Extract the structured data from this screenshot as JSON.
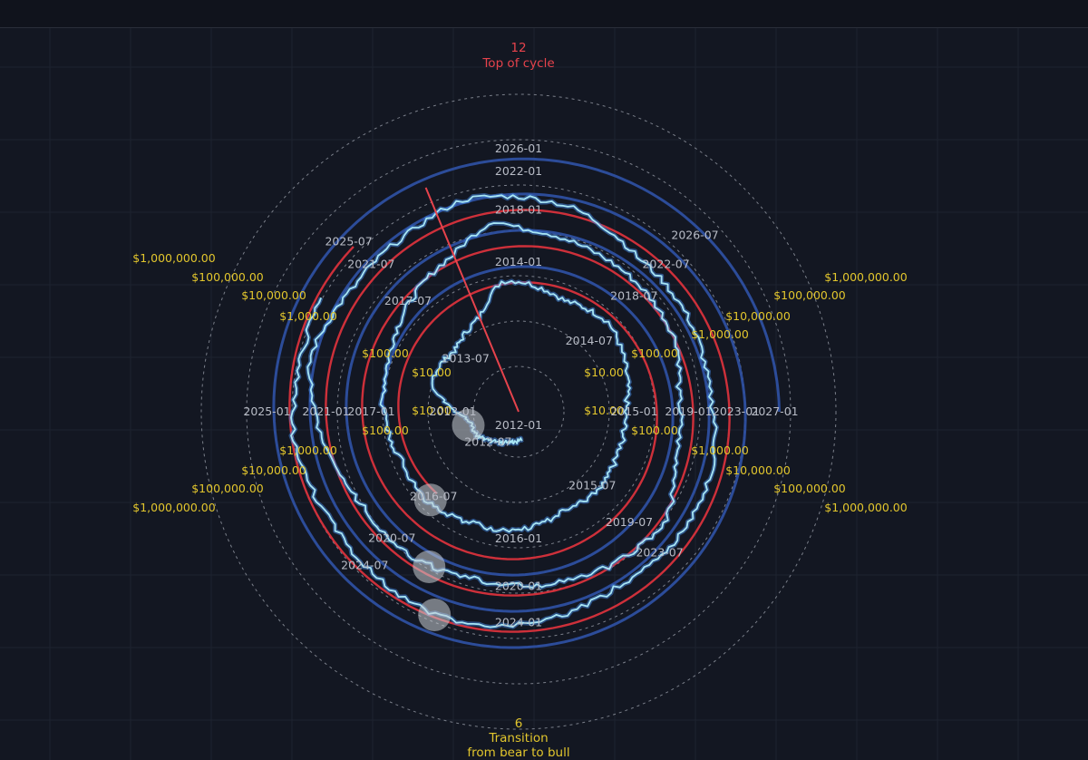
{
  "chart_data": {
    "type": "polar-spiral",
    "top_label": {
      "number": "12",
      "text": "Top of cycle"
    },
    "bottom_label": {
      "number": "6",
      "line1": "Transition",
      "line2": "from bear to bull"
    },
    "price_labels": [
      "$10.00",
      "$100.00",
      "$1,000.00",
      "$10,000.00",
      "$100,000.00",
      "$1,000,000.00"
    ],
    "date_labels": [
      "2012-01",
      "2012-07",
      "2013-01",
      "2013-07",
      "2014-01",
      "2014-07",
      "2015-01",
      "2015-07",
      "2016-01",
      "2016-07",
      "2017-01",
      "2017-07",
      "2018-01",
      "2018-07",
      "2019-01",
      "2019-07",
      "2020-01",
      "2020-07",
      "2021-01",
      "2021-07",
      "2022-01",
      "2022-07",
      "2023-01",
      "2023-07",
      "2024-01",
      "2024-07",
      "2025-01",
      "2025-07",
      "2026-01",
      "2026-07",
      "2027-01"
    ],
    "cycle_months": 48,
    "log_scale": true,
    "colors": {
      "background": "#131722",
      "grid": "#1e2330",
      "price_line": "#a8e6f5",
      "price_glow": "#3f7fd6",
      "top_marker_line": "#e6434c",
      "halving_marker": "#c9cdd3",
      "price_label": "#e2c62d",
      "date_label": "#b8bcc6",
      "top_label": "#e6434c"
    },
    "price_series_log10": [
      {
        "date": "2011-12",
        "value": 0.62
      },
      {
        "date": "2012-03",
        "value": 0.7
      },
      {
        "date": "2012-06",
        "value": 0.82
      },
      {
        "date": "2012-09",
        "value": 1.05
      },
      {
        "date": "2012-12",
        "value": 1.13
      },
      {
        "date": "2013-03",
        "value": 1.9
      },
      {
        "date": "2013-04",
        "value": 2.05
      },
      {
        "date": "2013-07",
        "value": 1.95
      },
      {
        "date": "2013-10",
        "value": 2.25
      },
      {
        "date": "2013-12",
        "value": 2.9
      },
      {
        "date": "2014-01",
        "value": 2.88
      },
      {
        "date": "2014-04",
        "value": 2.65
      },
      {
        "date": "2014-07",
        "value": 2.8
      },
      {
        "date": "2014-10",
        "value": 2.55
      },
      {
        "date": "2015-01",
        "value": 2.35
      },
      {
        "date": "2015-04",
        "value": 2.38
      },
      {
        "date": "2015-07",
        "value": 2.45
      },
      {
        "date": "2015-10",
        "value": 2.42
      },
      {
        "date": "2016-01",
        "value": 2.62
      },
      {
        "date": "2016-04",
        "value": 2.65
      },
      {
        "date": "2016-07",
        "value": 2.82
      },
      {
        "date": "2016-10",
        "value": 2.8
      },
      {
        "date": "2017-01",
        "value": 2.98
      },
      {
        "date": "2017-04",
        "value": 3.1
      },
      {
        "date": "2017-07",
        "value": 3.4
      },
      {
        "date": "2017-10",
        "value": 3.75
      },
      {
        "date": "2017-12",
        "value": 4.25
      },
      {
        "date": "2018-01",
        "value": 4.05
      },
      {
        "date": "2018-04",
        "value": 3.9
      },
      {
        "date": "2018-07",
        "value": 3.85
      },
      {
        "date": "2018-10",
        "value": 3.8
      },
      {
        "date": "2018-12",
        "value": 3.55
      },
      {
        "date": "2019-03",
        "value": 3.6
      },
      {
        "date": "2019-06",
        "value": 4.05
      },
      {
        "date": "2019-09",
        "value": 3.95
      },
      {
        "date": "2019-12",
        "value": 3.85
      },
      {
        "date": "2020-03",
        "value": 3.8
      },
      {
        "date": "2020-06",
        "value": 3.97
      },
      {
        "date": "2020-09",
        "value": 4.02
      },
      {
        "date": "2020-12",
        "value": 4.4
      },
      {
        "date": "2021-03",
        "value": 4.75
      },
      {
        "date": "2021-06",
        "value": 4.55
      },
      {
        "date": "2021-09",
        "value": 4.63
      },
      {
        "date": "2021-11",
        "value": 4.83
      },
      {
        "date": "2022-03",
        "value": 4.65
      },
      {
        "date": "2022-06",
        "value": 4.3
      },
      {
        "date": "2022-09",
        "value": 4.28
      },
      {
        "date": "2022-12",
        "value": 4.22
      },
      {
        "date": "2023-03",
        "value": 4.45
      },
      {
        "date": "2023-06",
        "value": 4.48
      },
      {
        "date": "2023-09",
        "value": 4.42
      },
      {
        "date": "2023-12",
        "value": 4.63
      },
      {
        "date": "2024-03",
        "value": 4.84
      },
      {
        "date": "2024-06",
        "value": 4.8
      },
      {
        "date": "2024-09",
        "value": 4.78
      },
      {
        "date": "2024-12",
        "value": 5.0
      },
      {
        "date": "2025-03",
        "value": 4.93
      },
      {
        "date": "2025-05",
        "value": 5.03
      }
    ],
    "cycle_rings": [
      {
        "color": "red",
        "start": "2012-07",
        "end": "2016-07",
        "r_start": 2.55,
        "r_end": 3.35
      },
      {
        "color": "blue",
        "start": "2013-01",
        "end": "2017-01",
        "r_start": 3.0,
        "r_end": 3.8
      },
      {
        "color": "red",
        "start": "2016-07",
        "end": "2020-07",
        "r_start": 3.35,
        "r_end": 4.15
      },
      {
        "color": "blue",
        "start": "2017-01",
        "end": "2021-01",
        "r_start": 3.8,
        "r_end": 4.6
      },
      {
        "color": "red",
        "start": "2020-07",
        "end": "2024-07",
        "r_start": 4.15,
        "r_end": 4.95
      },
      {
        "color": "blue",
        "start": "2021-01",
        "end": "2025-01",
        "r_start": 4.6,
        "r_end": 5.4
      },
      {
        "color": "red",
        "start": "2024-07",
        "end": "2025-07",
        "r_start": 4.95,
        "r_end": 5.15
      },
      {
        "color": "blue",
        "start": "2025-01",
        "end": "2027-01",
        "r_start": 5.4,
        "r_end": 5.75
      }
    ],
    "halving_markers": [
      "2012-11",
      "2016-07",
      "2020-05",
      "2024-04"
    ],
    "top_marker_date": "2025-10"
  }
}
